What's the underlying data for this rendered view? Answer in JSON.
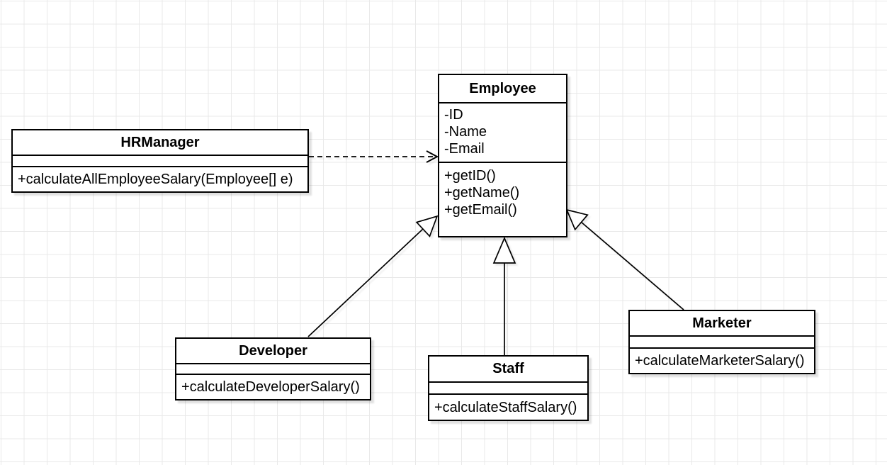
{
  "canvas": {
    "background_color": "#ffffff",
    "grid_color": "#e9e9e9",
    "stroke_color": "#000000",
    "shape_fill_color": "#ffffff"
  },
  "diagram": {
    "type": "uml-class-diagram",
    "classes": [
      {
        "id": "employee",
        "name": "Employee",
        "attributes": [
          "-ID",
          "-Name",
          "-Email"
        ],
        "methods": [
          "+getID()",
          "+getName()",
          "+getEmail()"
        ]
      },
      {
        "id": "hrmanager",
        "name": "HRManager",
        "attributes": [],
        "methods": [
          "+calculateAllEmployeeSalary(Employee[] e)"
        ]
      },
      {
        "id": "developer",
        "name": "Developer",
        "attributes": [],
        "methods": [
          "+calculateDeveloperSalary()"
        ]
      },
      {
        "id": "staff",
        "name": "Staff",
        "attributes": [],
        "methods": [
          "+calculateStaffSalary()"
        ]
      },
      {
        "id": "marketer",
        "name": "Marketer",
        "attributes": [],
        "methods": [
          "+calculateMarketerSalary()"
        ]
      }
    ],
    "relationships": [
      {
        "from": "HRManager",
        "to": "Employee",
        "type": "dependency",
        "line": "dashed",
        "arrowhead": "open-arrow"
      },
      {
        "from": "Developer",
        "to": "Employee",
        "type": "generalization",
        "line": "solid",
        "arrowhead": "hollow-triangle"
      },
      {
        "from": "Staff",
        "to": "Employee",
        "type": "generalization",
        "line": "solid",
        "arrowhead": "hollow-triangle"
      },
      {
        "from": "Marketer",
        "to": "Employee",
        "type": "generalization",
        "line": "solid",
        "arrowhead": "hollow-triangle"
      }
    ]
  }
}
